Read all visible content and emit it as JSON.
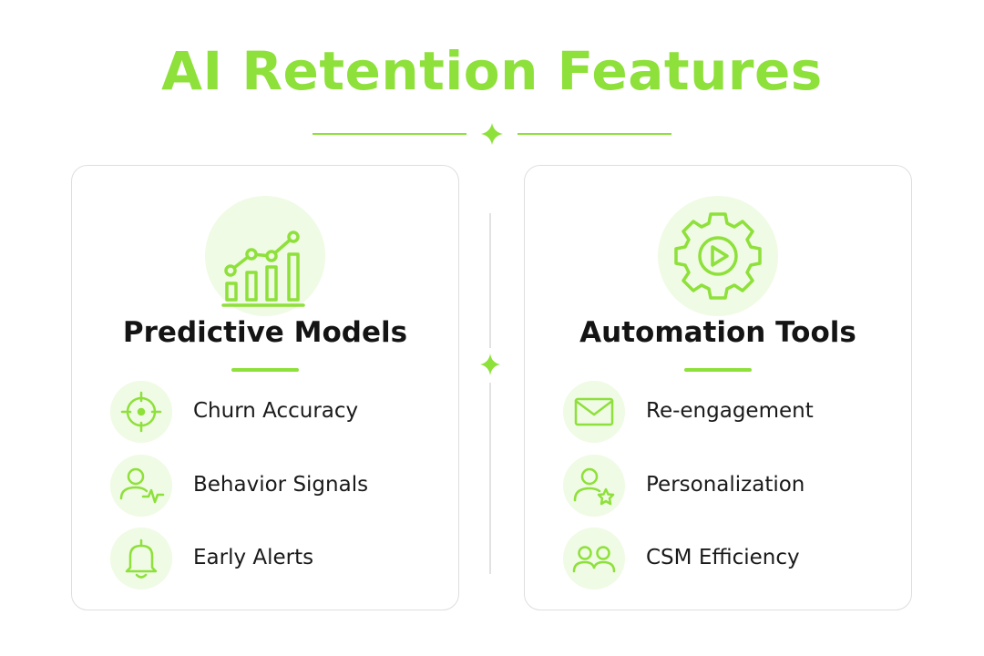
{
  "title": "AI Retention Features",
  "accent_color": "#8ee03a",
  "left_panel": {
    "title": "Predictive Models",
    "hero_icon": "growth-chart-icon",
    "features": [
      {
        "label": "Churn Accuracy",
        "icon": "target-icon"
      },
      {
        "label": "Behavior Signals",
        "icon": "user-pulse-icon"
      },
      {
        "label": "Early Alerts",
        "icon": "bell-icon"
      }
    ]
  },
  "right_panel": {
    "title": "Automation Tools",
    "hero_icon": "gear-play-icon",
    "features": [
      {
        "label": "Re-engagement",
        "icon": "envelope-icon"
      },
      {
        "label": "Personalization",
        "icon": "user-star-icon"
      },
      {
        "label": "CSM Efficiency",
        "icon": "team-icon"
      }
    ]
  }
}
